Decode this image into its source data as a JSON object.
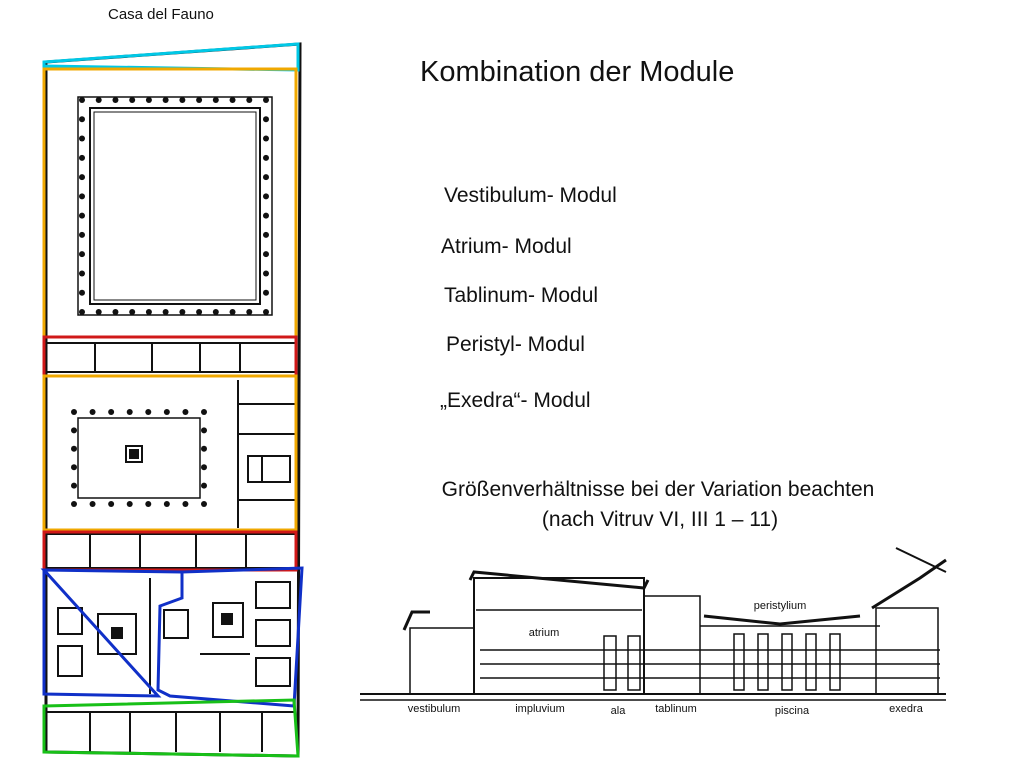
{
  "caption": "Casa del Fauno",
  "title": "Kombination der Module",
  "modules": [
    {
      "label": "Vestibulum- Modul"
    },
    {
      "label": "Atrium- Modul"
    },
    {
      "label": "Tablinum- Modul"
    },
    {
      "label": "Peristyl- Modul"
    },
    {
      "label": "„Exedra“- Modul"
    }
  ],
  "note": {
    "line1": "Größenverhältnisse bei der Variation beachten",
    "line2": "(nach Vitruv VI, III 1 – 11)"
  },
  "section_labels": {
    "peristylium": "peristylium",
    "atrium": "atrium",
    "vestibulum": "vestibulum",
    "impluvium": "impluvium",
    "ala": "ala",
    "tablinum": "tablinum",
    "piscina": "piscina",
    "exedra": "exedra"
  },
  "colors": {
    "cyan": "#00c8e6",
    "orange": "#f0a800",
    "red": "#d01818",
    "blue": "#1030c8",
    "green": "#18c018"
  }
}
